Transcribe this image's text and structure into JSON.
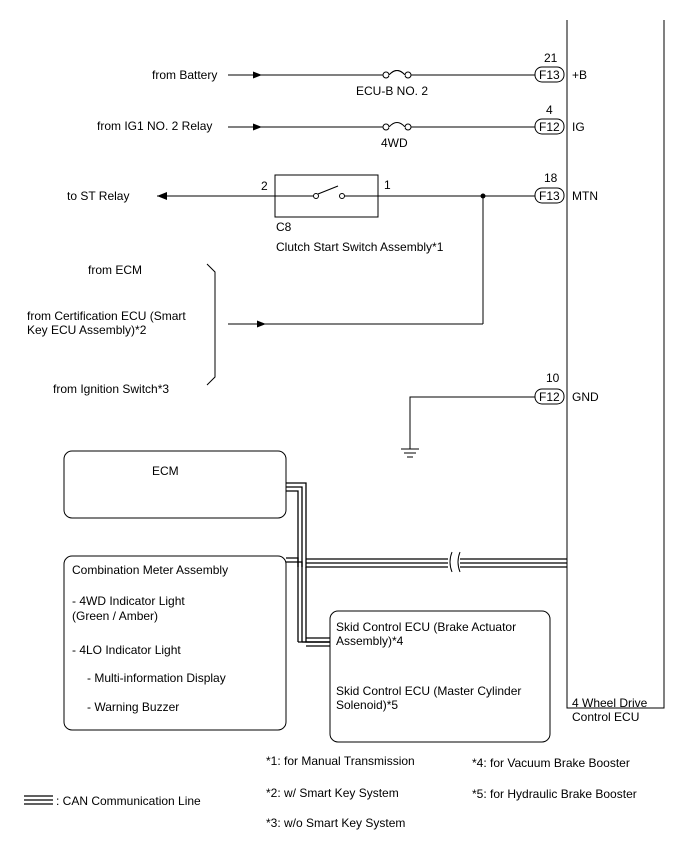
{
  "ecu": {
    "label_line1": "4 Wheel Drive",
    "label_line2": "Control ECU"
  },
  "pins": [
    {
      "number": "21",
      "connector": "F13",
      "terminal": "+B"
    },
    {
      "number": "4",
      "connector": "F12",
      "terminal": "IG"
    },
    {
      "number": "18",
      "connector": "F13",
      "terminal": "MTN"
    },
    {
      "number": "10",
      "connector": "F12",
      "terminal": "GND"
    }
  ],
  "sources": {
    "battery": "from Battery",
    "ig1_relay": "from IG1 NO. 2 Relay",
    "st_relay": "to ST Relay"
  },
  "fuses": {
    "ecub": "ECU-B NO. 2",
    "fourwd": "4WD"
  },
  "clutch_switch": {
    "pin_left": "2",
    "pin_right": "1",
    "connector": "C8",
    "name": "Clutch Start Switch Assembly*1"
  },
  "mtn_sources": {
    "ecm": "from ECM",
    "cert_line1": "from Certification ECU (Smart",
    "cert_line2": "Key ECU Assembly)*2",
    "ign_switch": "from Ignition Switch*3"
  },
  "ecm_box": {
    "label": "ECM"
  },
  "meter_box": {
    "title": "Combination Meter Assembly",
    "item1_line1": "- 4WD Indicator Light",
    "item1_line2": "(Green / Amber)",
    "item2": "- 4LO Indicator Light",
    "item3": "- Multi-information Display",
    "item4": "- Warning Buzzer"
  },
  "skid_box": {
    "line1": "Skid Control ECU (Brake Actuator",
    "line2": "Assembly)*4",
    "line3": "Skid Control ECU (Master Cylinder",
    "line4": "Solenoid)*5"
  },
  "legend": {
    "can_line": ": CAN Communication Line"
  },
  "notes": {
    "n1": "*1: for Manual Transmission",
    "n2": "*2: w/ Smart Key System",
    "n3": "*3: w/o Smart Key System",
    "n4": "*4: for Vacuum Brake Booster",
    "n5": "*5: for Hydraulic Brake Booster"
  }
}
